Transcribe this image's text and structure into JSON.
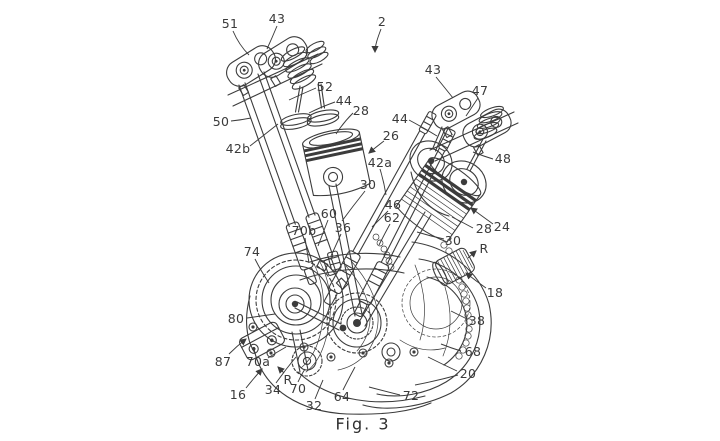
{
  "figure": {
    "caption": "Fig. 3"
  },
  "colors": {
    "ink": "#3c3c3c",
    "bg": "#ffffff",
    "label": "#3a3a3a"
  },
  "callouts": {
    "c51": "51",
    "c43_left": "43",
    "c2": "2",
    "c52": "52",
    "c44_left": "44",
    "c28_left": "28",
    "c50": "50",
    "c42b": "42b",
    "c26": "26",
    "c44_right": "44",
    "c43_right": "43",
    "c47": "47",
    "c48": "48",
    "c42a": "42a",
    "c30_upper": "30",
    "c46": "46",
    "c62": "62",
    "c60": "60",
    "c70b": "70b",
    "c36": "36",
    "c74": "74",
    "c24": "24",
    "c28_right": "28",
    "c30_right": "30",
    "cR_right": "R",
    "c18": "18",
    "c38": "38",
    "c68": "68",
    "c20": "20",
    "c72": "72",
    "c64": "64",
    "c32": "32",
    "c70": "70",
    "c34": "34",
    "cR_left": "R",
    "c70a": "70a",
    "c80": "80",
    "c87": "87",
    "c16": "16"
  }
}
